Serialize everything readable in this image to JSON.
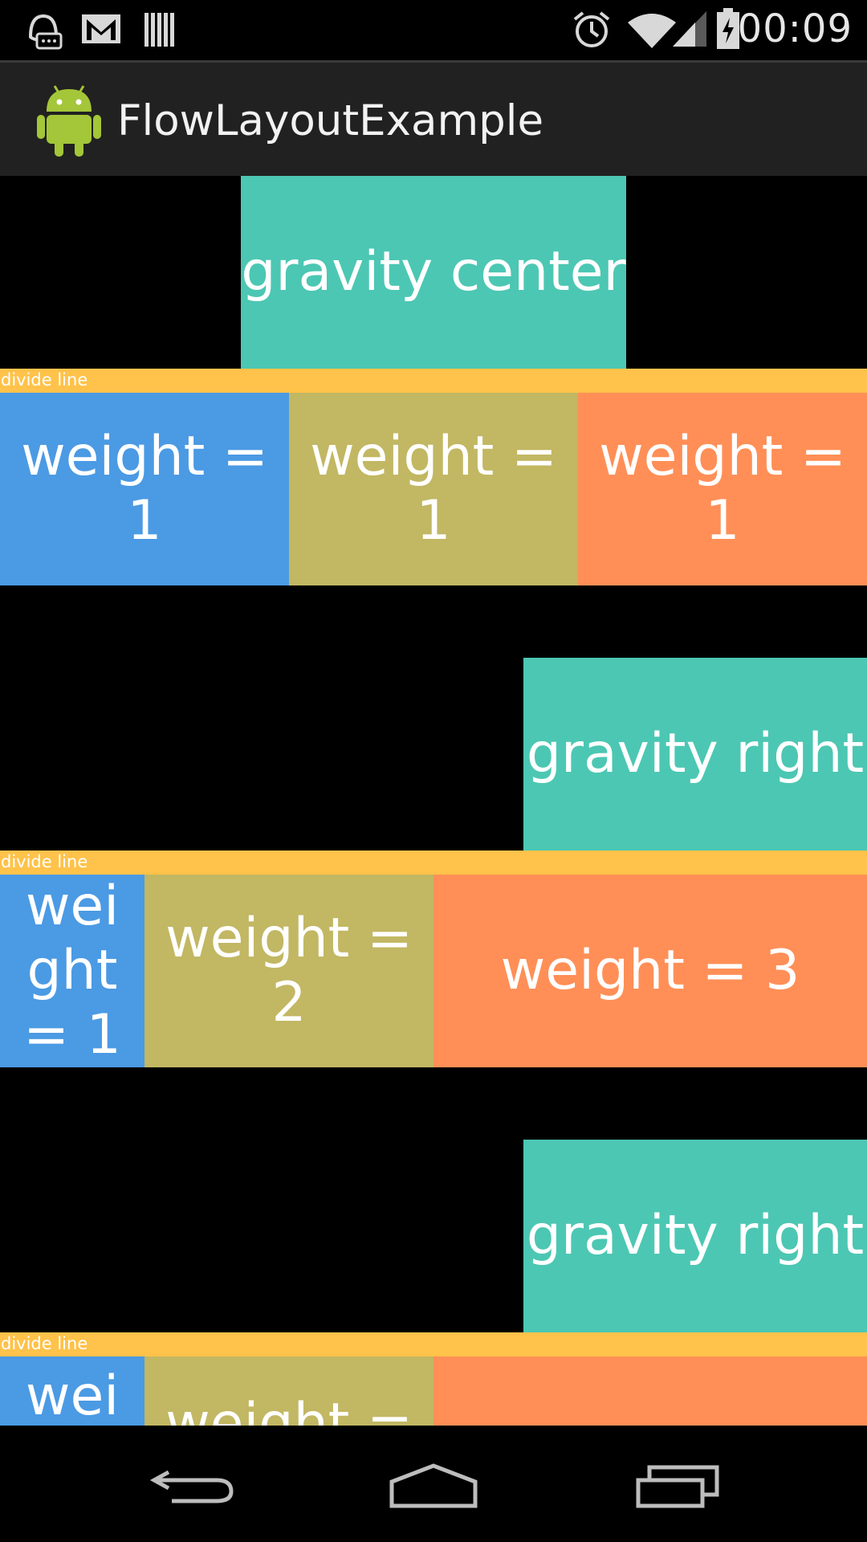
{
  "status_bar": {
    "time": "00:09",
    "icons": [
      "qq-notification-icon",
      "gmail-icon",
      "barcode-icon",
      "alarm-icon",
      "wifi-icon",
      "signal-icon",
      "battery-charging-icon"
    ]
  },
  "action_bar": {
    "title": "FlowLayoutExample",
    "app_icon": "android-robot-icon"
  },
  "content": {
    "divider_label": "divide line",
    "section1": {
      "top_box": "gravity center",
      "row": [
        "weight =\n1",
        "weight =\n1",
        "weight =\n1"
      ]
    },
    "section2": {
      "top_box": "gravity right",
      "row": [
        "wei\nght\n= 1",
        "weight =\n2",
        "weight = 3"
      ]
    },
    "section3": {
      "top_box": "gravity right",
      "row": [
        "wei",
        "weight =",
        ""
      ]
    }
  },
  "nav_bar": {
    "icons": [
      "back-icon",
      "home-icon",
      "recent-apps-icon"
    ]
  },
  "colors": {
    "teal": "#4cc7b3",
    "blue": "#4b9ae4",
    "olive": "#c2b763",
    "orange": "#ff8f57",
    "divider": "#ffc24a"
  }
}
